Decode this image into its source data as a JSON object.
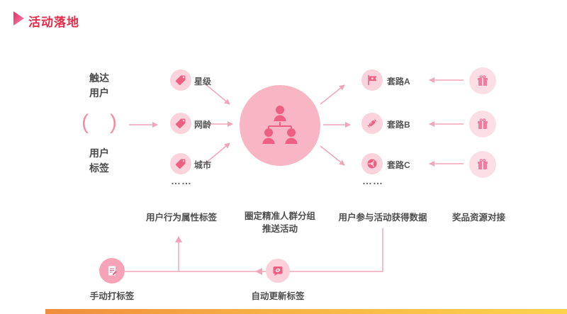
{
  "title": "活动落地",
  "icons": {
    "logo": "play-triangle",
    "tag": "price-tag",
    "center": "org-group",
    "route_a": "flag",
    "route_b": "candy",
    "route_c": "wheel",
    "gift": "gift-box",
    "manual": "edit-document",
    "auto": "refresh-bubble"
  },
  "left_panel": {
    "reach_label": "触达\n用户",
    "paren": "(　)",
    "tag_label": "用户\n标签"
  },
  "tags": {
    "items": [
      "星级",
      "网龄",
      "城市"
    ],
    "ellipsis": "……"
  },
  "routes": {
    "items": [
      "套路A",
      "套路B",
      "套路C"
    ],
    "ellipsis": "……"
  },
  "captions": {
    "behavior": "用户行为属性标签",
    "center": "圈定精准人群分组\n推送活动",
    "data": "用户参与活动获得数据",
    "prize": "奖品资源对接"
  },
  "bottom": {
    "manual_label": "手动打标签",
    "auto_label": "自动更新标签"
  },
  "colors": {
    "accent": "#e52c4b",
    "icon_pink": "#ee5f81",
    "circle_pink": "#fad3dc",
    "big_circle": "#f8b6c5",
    "line_pink": "#f2a5b9",
    "text": "#4d4d4d"
  }
}
